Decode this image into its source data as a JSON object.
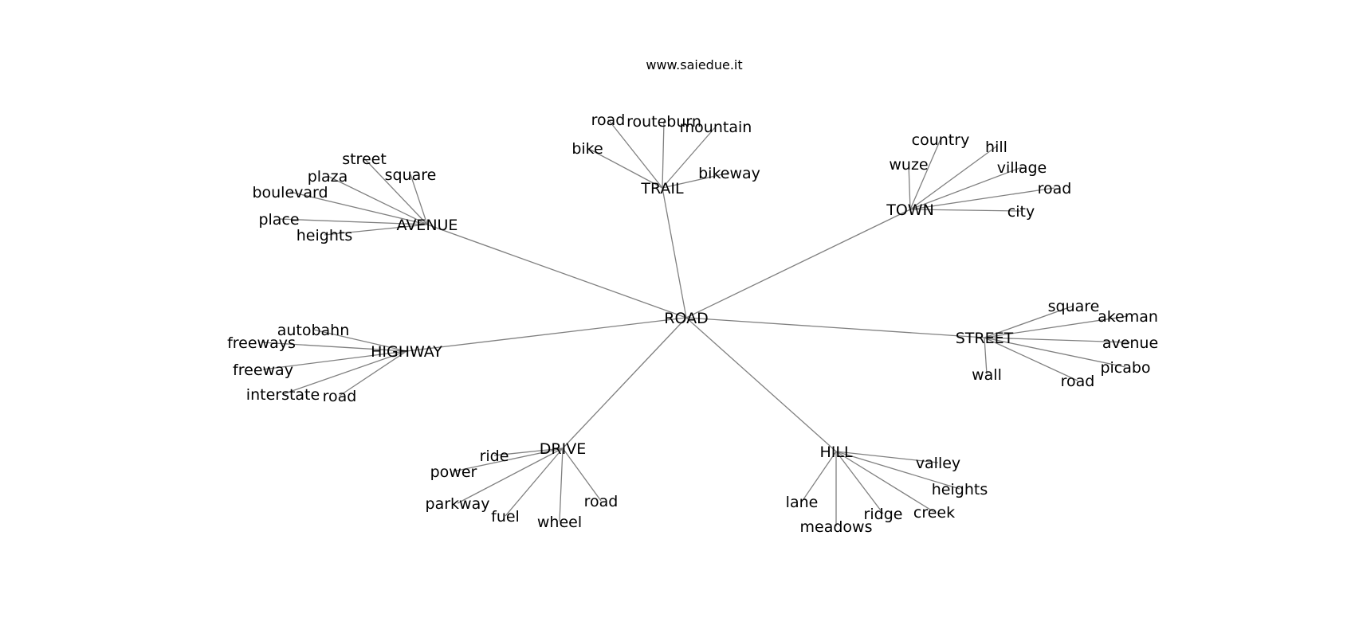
{
  "credit": "www.saiedue.it",
  "colors": {
    "edge": "#808080",
    "text": "#000000",
    "background": "#ffffff"
  },
  "graph": {
    "root": "ROAD",
    "clusters": [
      {
        "id": "trail",
        "label": "TRAIL",
        "leaves": [
          "road",
          "routeburn",
          "mountain",
          "bike",
          "bikeway"
        ]
      },
      {
        "id": "town",
        "label": "TOWN",
        "leaves": [
          "country",
          "hill",
          "wuze",
          "village",
          "road",
          "city"
        ]
      },
      {
        "id": "avenue",
        "label": "AVENUE",
        "leaves": [
          "street",
          "square",
          "plaza",
          "boulevard",
          "place",
          "heights"
        ]
      },
      {
        "id": "highway",
        "label": "HIGHWAY",
        "leaves": [
          "autobahn",
          "freeways",
          "freeway",
          "interstate",
          "road"
        ]
      },
      {
        "id": "street",
        "label": "STREET",
        "leaves": [
          "square",
          "akeman",
          "avenue",
          "picabo",
          "road",
          "wall"
        ]
      },
      {
        "id": "drive",
        "label": "DRIVE",
        "leaves": [
          "ride",
          "power",
          "parkway",
          "fuel",
          "wheel",
          "road"
        ]
      },
      {
        "id": "hill",
        "label": "HILL",
        "leaves": [
          "valley",
          "heights",
          "creek",
          "ridge",
          "meadows",
          "lane"
        ]
      }
    ]
  }
}
